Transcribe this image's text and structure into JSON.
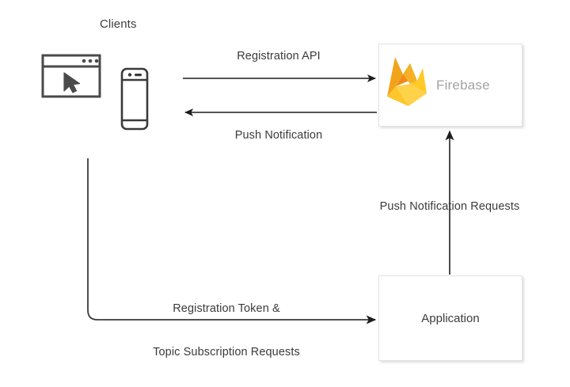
{
  "diagram": {
    "title_label": "Clients",
    "nodes": {
      "browser": {
        "name": "browser-window-icon"
      },
      "phone": {
        "name": "mobile-phone-icon"
      },
      "firebase": {
        "label": "Firebase",
        "logo_name": "firebase-flame-logo"
      },
      "application": {
        "label": "Application"
      }
    },
    "edges": [
      {
        "id": "registration-api",
        "label": "Registration API",
        "from": "clients",
        "to": "firebase",
        "direction": "right"
      },
      {
        "id": "push-notification",
        "label": "Push Notification",
        "from": "firebase",
        "to": "clients",
        "direction": "left"
      },
      {
        "id": "push-notification-requests",
        "label": "Push Notification Requests",
        "from": "application",
        "to": "firebase",
        "direction": "up"
      },
      {
        "id": "registration-token",
        "label": "Registration Token &\nTopic Subscription Requests",
        "label_line1": "Registration Token &",
        "label_line2": "Topic Subscription Requests",
        "from": "clients",
        "to": "application",
        "direction": "right"
      }
    ],
    "colors": {
      "background": "#ffffff",
      "text": "#3b3b3b",
      "stroke": "#2b2b2b",
      "box_border": "#e2e2e2",
      "firebase_wordmark": "#a3a3a3",
      "firebase_amber": "#f5a623",
      "firebase_orange": "#f0971a",
      "firebase_yellow": "#ffcb2e",
      "firebase_yellow_light": "#ffd54f",
      "icon_stroke": "#4a4a4a"
    }
  }
}
